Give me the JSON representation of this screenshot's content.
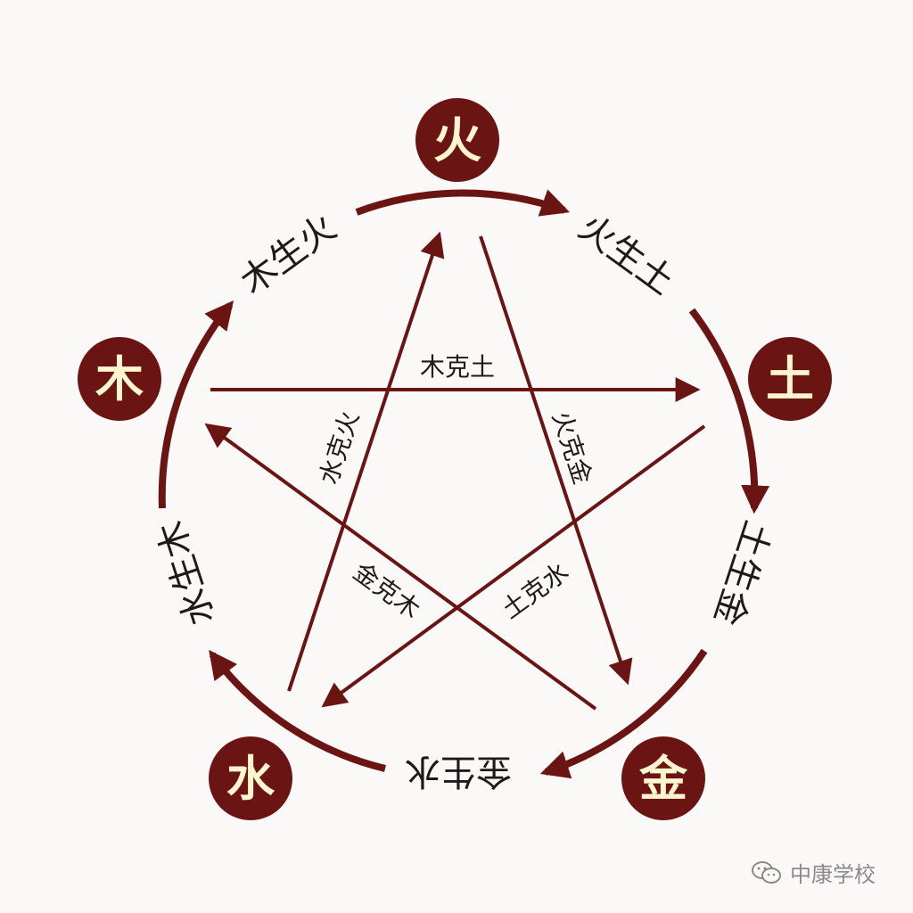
{
  "colors": {
    "accent": "#6b1414",
    "element_text": "#fff6cf",
    "label_text": "#1f1a1a",
    "background": "#fbf9f7"
  },
  "elements": {
    "fire": "火",
    "earth": "土",
    "metal": "金",
    "water": "水",
    "wood": "木"
  },
  "generating_cycle": {
    "wood_fire": "木生火",
    "fire_earth": "火生土",
    "earth_metal": "土生金",
    "metal_water": "金生水",
    "water_wood": "水生木"
  },
  "controlling_cycle": {
    "wood_earth": "木克土",
    "water_fire": "水克火",
    "fire_metal": "火克金",
    "metal_wood": "金克木",
    "earth_water": "土克水"
  },
  "watermark": {
    "icon": "wechat-icon",
    "text": "中康学校"
  }
}
